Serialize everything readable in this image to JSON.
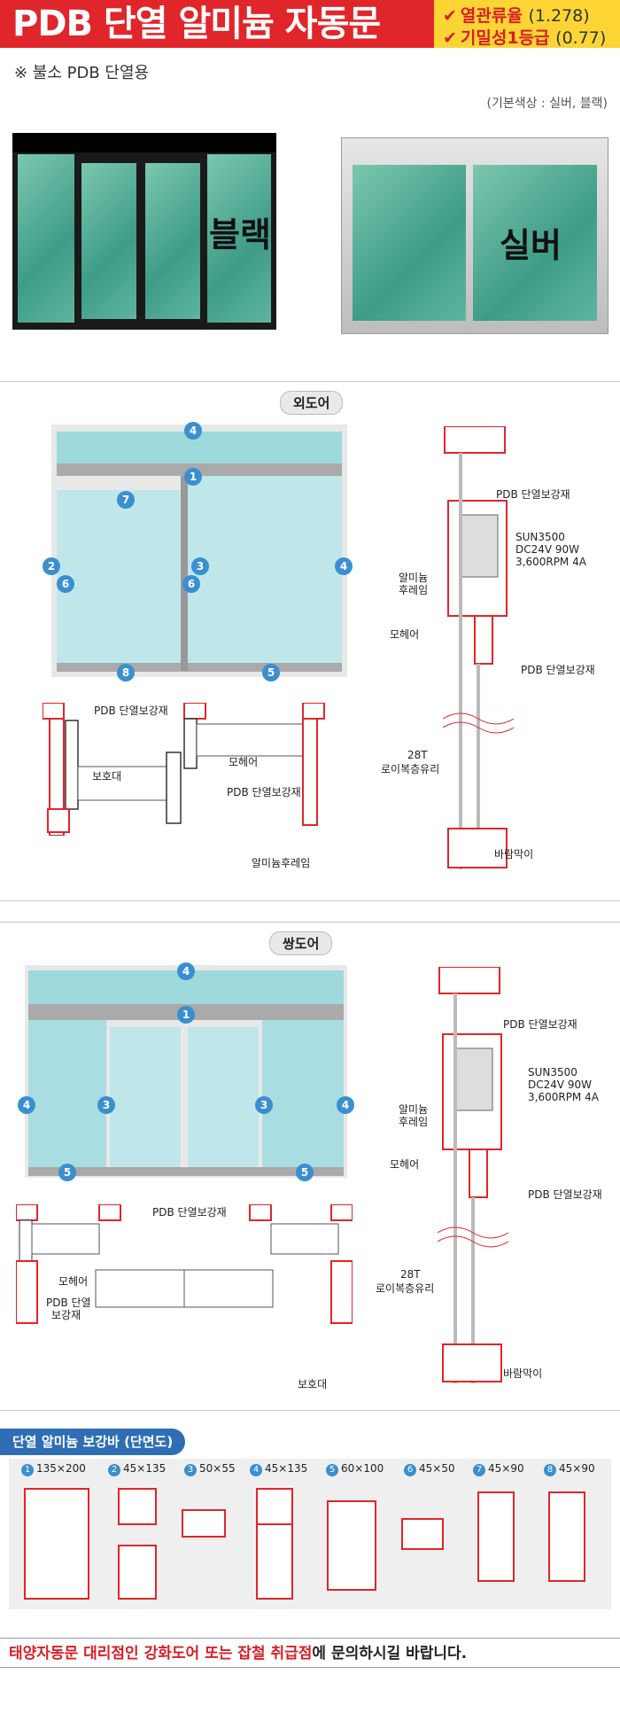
{
  "header": {
    "title": "PDB 단열 알미늄 자동문",
    "badges": [
      {
        "label": "열관류율",
        "value": "(1.278)"
      },
      {
        "label": "기밀성1등급",
        "value": "(0.77)"
      }
    ],
    "note": "※ 불소 PDB 단열용",
    "color_note": "(기본색상 : 실버, 블랙)"
  },
  "photos": {
    "black_label": "블랙",
    "silver_label": "실버"
  },
  "single_door": {
    "tag": "외도어",
    "numbers_elev": [
      "4",
      "1",
      "7",
      "2",
      "6",
      "3",
      "6",
      "4",
      "8",
      "5"
    ],
    "section_labels": {
      "pdb1": "PDB 단열보강재",
      "motor": [
        "SUN3500",
        "DC24V 90W",
        "3,600RPM 4A"
      ],
      "alu_rail": [
        "알미늄",
        "후레임"
      ],
      "mohair": "모헤어",
      "pdb2": "PDB 단열보강재",
      "glass": [
        "28T",
        "로이복층유리"
      ],
      "wind": "바람막이"
    },
    "plan_labels": {
      "pdb_top": "PDB 단열보강재",
      "guard": "보호대",
      "mohair": "모헤어",
      "pdb_mid": "PDB 단열보강재",
      "alu": "알미늄후레임"
    }
  },
  "double_door": {
    "tag": "쌍도어",
    "numbers_elev": [
      "4",
      "1",
      "4",
      "3",
      "3",
      "4",
      "5",
      "5"
    ],
    "section_labels": {
      "pdb1": "PDB 단열보강재",
      "motor": [
        "SUN3500",
        "DC24V 90W",
        "3,600RPM 4A"
      ],
      "alu_rail": [
        "알미늄",
        "후레임"
      ],
      "mohair": "모헤어",
      "pdb2": "PDB 단열보강재",
      "glass": [
        "28T",
        "로이복층유리"
      ],
      "wind": "바람막이"
    },
    "plan_labels": {
      "pdb_top": "PDB 단열보강재",
      "mohair": "모헤어",
      "pdb_left": [
        "PDB 단열",
        "보강재"
      ],
      "guard": "보호대"
    }
  },
  "profiles": {
    "title": "단열 알미늄 보강바 (단면도)",
    "items": [
      {
        "n": "1",
        "size": "135×200"
      },
      {
        "n": "2",
        "size": "45×135"
      },
      {
        "n": "3",
        "size": "50×55"
      },
      {
        "n": "4",
        "size": "45×135"
      },
      {
        "n": "5",
        "size": "60×100"
      },
      {
        "n": "6",
        "size": "45×50"
      },
      {
        "n": "7",
        "size": "45×90"
      },
      {
        "n": "8",
        "size": "45×90"
      }
    ]
  },
  "footer": {
    "red": "태양자동문 대리점인 강화도어 또는 잡철 취급점",
    "black": "에 문의하시길 바랍니다."
  },
  "colors": {
    "red": "#e0262a",
    "yellow": "#fcd535",
    "blue": "#3a8fd0",
    "glass": "#7fcfbf"
  }
}
